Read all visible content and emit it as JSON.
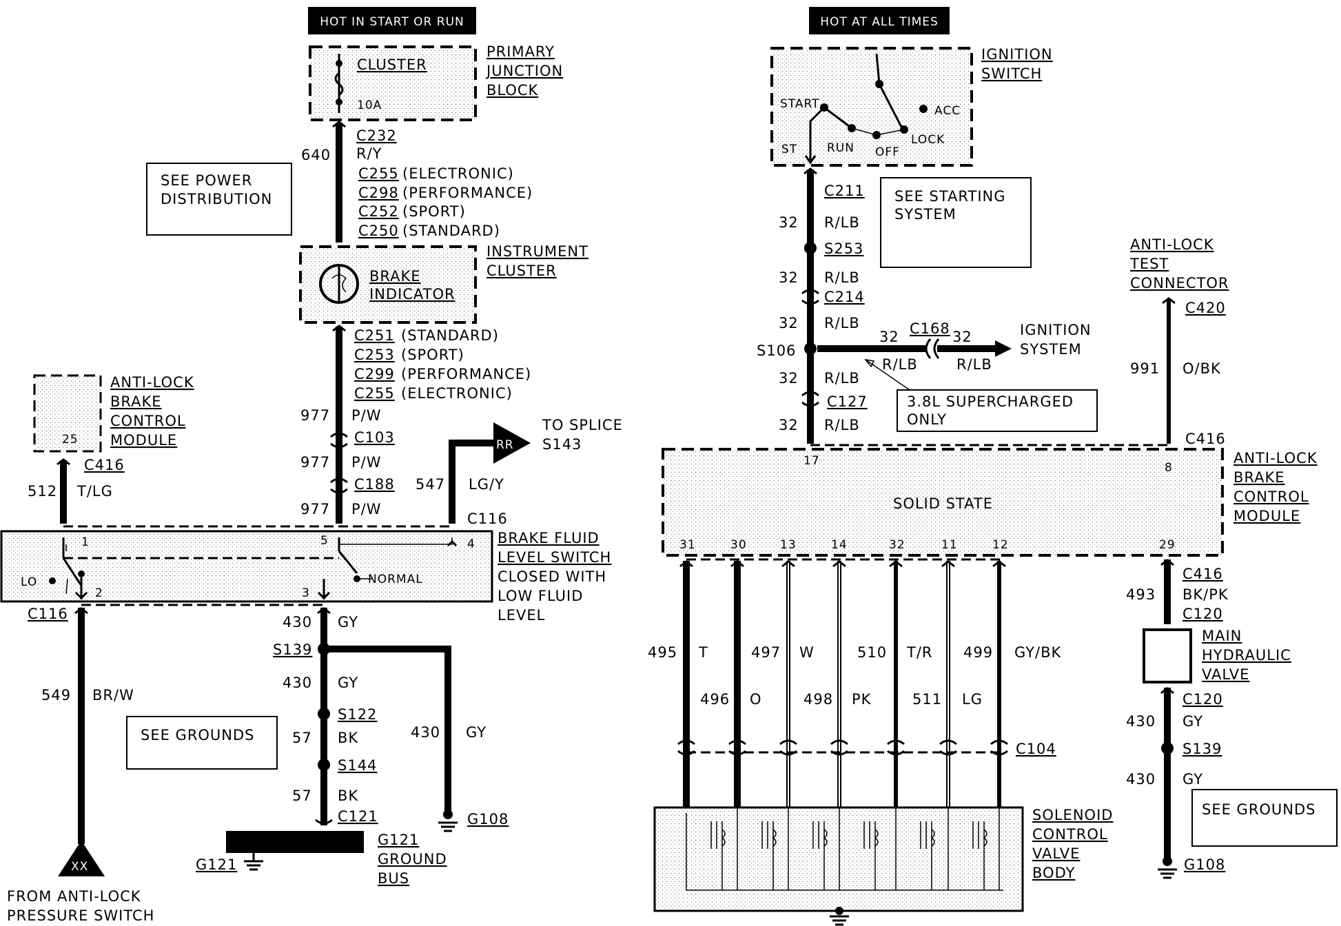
{
  "banners": {
    "hot_start_run": "HOT IN START OR RUN",
    "hot_all_times": "HOT AT ALL TIMES"
  },
  "left": {
    "pjb": {
      "lines": [
        "PRIMARY",
        "JUNCTION",
        "BLOCK"
      ],
      "fuse_label": "CLUSTER",
      "fuse_rating": "10A"
    },
    "wire_640": {
      "circuit": "640",
      "conn": "C232",
      "color": "R/Y"
    },
    "cluster_connectors_top": [
      {
        "conn": "C255",
        "variant": "(ELECTRONIC)"
      },
      {
        "conn": "C298",
        "variant": "(PERFORMANCE)"
      },
      {
        "conn": "C252",
        "variant": "(SPORT)"
      },
      {
        "conn": "C250",
        "variant": "(STANDARD)"
      }
    ],
    "see_power": [
      "SEE POWER",
      "DISTRIBUTION"
    ],
    "instrument_cluster": {
      "lines": [
        "INSTRUMENT",
        "CLUSTER"
      ],
      "lamp": [
        "BRAKE",
        "INDICATOR"
      ]
    },
    "cluster_connectors_bottom": [
      {
        "conn": "C251",
        "variant": "(STANDARD)"
      },
      {
        "conn": "C253",
        "variant": "(SPORT)"
      },
      {
        "conn": "C299",
        "variant": "(PERFORMANCE)"
      },
      {
        "conn": "C255",
        "variant": "(ELECTRONIC)"
      }
    ],
    "wire_977": {
      "circuit": "977",
      "color": "P/W",
      "conn_a": "C103",
      "conn_b": "C188"
    },
    "abs_module": {
      "lines": [
        "ANTI-LOCK",
        "BRAKE",
        "CONTROL",
        "MODULE"
      ],
      "pin": "25"
    },
    "wire_512": {
      "circuit": "512",
      "conn": "C416",
      "color": "T/LG"
    },
    "wire_547": {
      "circuit": "547",
      "color": "LG/Y",
      "conn": "C116",
      "arrow": "RR",
      "dest": [
        "TO SPLICE",
        "S143"
      ]
    },
    "fluid_switch": {
      "lines": [
        "BRAKE FLUID",
        "LEVEL SWITCH",
        "CLOSED WITH",
        "LOW FLUID",
        "LEVEL"
      ],
      "pins": [
        "1",
        "2",
        "3",
        "4",
        "5"
      ],
      "lo": "LO",
      "normal": "NORMAL"
    },
    "wire_549": {
      "circuit": "549",
      "conn": "C116",
      "color": "BR/W"
    },
    "pressure_switch": {
      "symbol": "XX",
      "lines": [
        "FROM ANTI-LOCK",
        "PRESSURE SWITCH"
      ]
    },
    "wire_430_top": {
      "circuit": "430",
      "color": "GY"
    },
    "s139": "S139",
    "wire_430_mid": {
      "circuit": "430",
      "color": "GY"
    },
    "s122": "S122",
    "wire_57a": {
      "circuit": "57",
      "color": "BK"
    },
    "s144": "S144",
    "wire_57b": {
      "circuit": "57",
      "color": "BK"
    },
    "c121": "C121",
    "g121_bus": {
      "ground": "G121",
      "lines": [
        "G121",
        "GROUND",
        "BUS"
      ]
    },
    "wire_430_right": {
      "circuit": "430",
      "color": "GY"
    },
    "g108": "G108",
    "see_grounds": "SEE GROUNDS"
  },
  "right": {
    "ignition_switch": {
      "lines": [
        "IGNITION",
        "SWITCH"
      ],
      "positions": [
        "START",
        "ST",
        "RUN",
        "OFF",
        "LOCK",
        "ACC"
      ]
    },
    "see_starting": [
      "SEE STARTING",
      "SYSTEM"
    ],
    "wire32": {
      "circuit": "32",
      "color": "R/LB"
    },
    "conns": {
      "c211": "C211",
      "s253": "S253",
      "c214": "C214",
      "s106": "S106",
      "c127": "C127",
      "c168": "C168"
    },
    "ign_system": [
      "IGNITION",
      "SYSTEM"
    ],
    "supercharged": [
      "3.8L SUPERCHARGED",
      "ONLY"
    ],
    "test_connector": {
      "lines": [
        "ANTI-LOCK",
        "TEST",
        "CONNECTOR"
      ],
      "conn_top": "C420",
      "conn_bottom": "C416"
    },
    "wire_991": {
      "circuit": "991",
      "color": "O/BK"
    },
    "module": {
      "lines": [
        "ANTI-LOCK",
        "BRAKE",
        "CONTROL",
        "MODULE"
      ],
      "label": "SOLID STATE",
      "pin17": "17",
      "pin8": "8",
      "pin29": "29"
    },
    "solenoid_pins": [
      "31",
      "30",
      "13",
      "14",
      "32",
      "11",
      "12"
    ],
    "solenoid_wires_top": [
      {
        "circuit": "495",
        "color": "T"
      },
      {
        "circuit": "497",
        "color": "W"
      },
      {
        "circuit": "510",
        "color": "T/R"
      },
      {
        "circuit": "499",
        "color": "GY/BK"
      }
    ],
    "solenoid_wires_bottom": [
      {
        "circuit": "496",
        "color": "O"
      },
      {
        "circuit": "498",
        "color": "PK"
      },
      {
        "circuit": "511",
        "color": "LG"
      }
    ],
    "c104": "C104",
    "solenoid_body": [
      "SOLENOID",
      "CONTROL",
      "VALVE",
      "BODY"
    ],
    "wire_493": {
      "circuit": "493",
      "conn_top": "C416",
      "color": "BK/PK",
      "conn_bottom": "C120"
    },
    "main_valve": [
      "MAIN",
      "HYDRAULIC",
      "VALVE"
    ],
    "c120_low": "C120",
    "wire_430a": {
      "circuit": "430",
      "color": "GY"
    },
    "s139": "S139",
    "wire_430b": {
      "circuit": "430",
      "color": "GY"
    },
    "g108": "G108",
    "see_grounds": "SEE GROUNDS"
  }
}
